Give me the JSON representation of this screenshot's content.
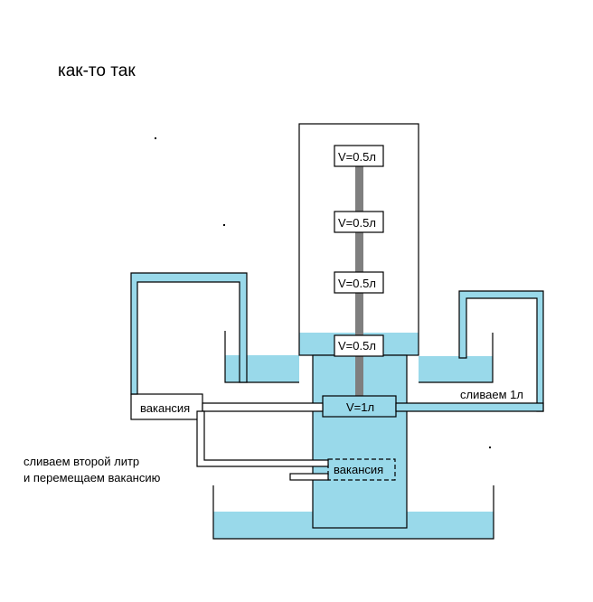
{
  "title": "как-то так",
  "containers": [
    {
      "name": "container-top",
      "label": "V=0.5л"
    },
    {
      "name": "container-second",
      "label": "V=0.5л"
    },
    {
      "name": "container-third",
      "label": "V=0.5л"
    },
    {
      "name": "container-fourth",
      "label": "V=0.5л"
    }
  ],
  "big_container": {
    "label": "V=1л"
  },
  "vacancy_box_left": {
    "label": "вакансия"
  },
  "vacancy_box_bottom": {
    "label": "вакансия"
  },
  "right_note": "сливаем 1л",
  "left_note": {
    "line1": "сливаем второй литр",
    "line2": "и перемещаем вакансию"
  },
  "colors": {
    "water": "#99d9ea",
    "outline": "#000000",
    "rod": "#7f7f7f",
    "background": "#ffffff"
  }
}
